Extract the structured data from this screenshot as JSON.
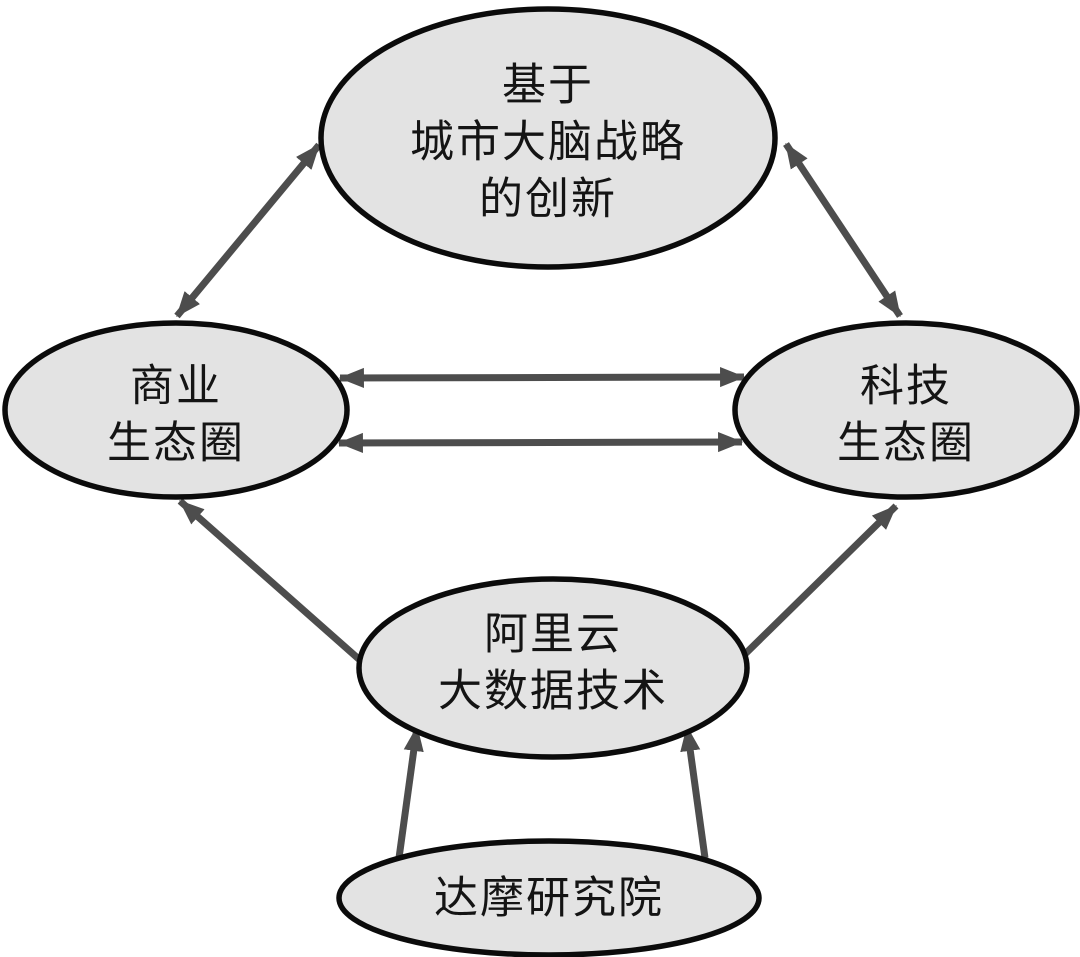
{
  "diagram": {
    "type": "concept-diagram",
    "background_color": "#ffffff",
    "node_fill_color": "#e3e3e3",
    "node_stroke_color": "#0b0b0b",
    "arrow_color": "#4d4d4d",
    "text_color": "#141414",
    "nodes": [
      {
        "id": "city-brain-innovation",
        "lines": [
          "基于",
          "城市大脑战略",
          "的创新"
        ],
        "label": "基于城市大脑战略的创新"
      },
      {
        "id": "business-ecosystem",
        "lines": [
          "商业",
          "生态圈"
        ],
        "label": "商业生态圈"
      },
      {
        "id": "tech-ecosystem",
        "lines": [
          "科技",
          "生态圈"
        ],
        "label": "科技生态圈"
      },
      {
        "id": "aliyun-bigdata",
        "lines": [
          "阿里云",
          "大数据技术"
        ],
        "label": "阿里云大数据技术"
      },
      {
        "id": "damo-academy",
        "lines": [
          "达摩研究院"
        ],
        "label": "达摩研究院"
      }
    ],
    "edges": [
      {
        "from": "business-ecosystem",
        "to": "city-brain-innovation",
        "bidirectional": true
      },
      {
        "from": "tech-ecosystem",
        "to": "city-brain-innovation",
        "bidirectional": true
      },
      {
        "from": "business-ecosystem",
        "to": "tech-ecosystem",
        "bidirectional": true,
        "position": "upper"
      },
      {
        "from": "business-ecosystem",
        "to": "tech-ecosystem",
        "bidirectional": true,
        "position": "lower"
      },
      {
        "from": "aliyun-bigdata",
        "to": "business-ecosystem",
        "bidirectional": false
      },
      {
        "from": "aliyun-bigdata",
        "to": "tech-ecosystem",
        "bidirectional": false
      },
      {
        "from": "damo-academy",
        "to": "aliyun-bigdata",
        "bidirectional": false,
        "position": "left"
      },
      {
        "from": "damo-academy",
        "to": "aliyun-bigdata",
        "bidirectional": false,
        "position": "right"
      }
    ]
  }
}
